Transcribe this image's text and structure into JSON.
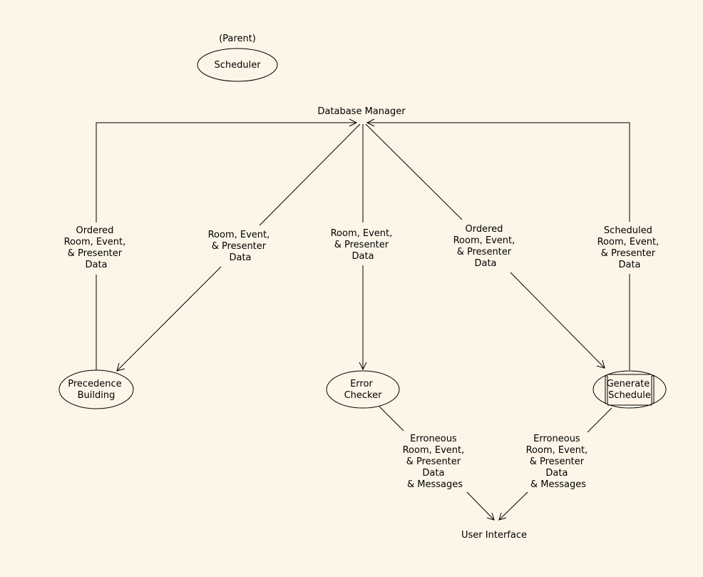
{
  "diagram": {
    "parent_label": "(Parent)",
    "parent_process": "Scheduler",
    "datastore": "Database Manager",
    "terminator": "User Interface",
    "processes": [
      {
        "id": "precedence",
        "lines": [
          "Precedence",
          "Building"
        ]
      },
      {
        "id": "error",
        "lines": [
          "Error",
          "Checker"
        ]
      },
      {
        "id": "generate",
        "lines": [
          "Generate",
          "Schedule"
        ]
      }
    ],
    "flows": [
      {
        "id": "f1",
        "lines": [
          "Ordered",
          "Room, Event,",
          "& Presenter",
          "Data"
        ]
      },
      {
        "id": "f2",
        "lines": [
          "Room, Event,",
          "& Presenter",
          "Data"
        ]
      },
      {
        "id": "f3",
        "lines": [
          "Room, Event,",
          "& Presenter",
          "Data"
        ]
      },
      {
        "id": "f4",
        "lines": [
          "Ordered",
          "Room, Event,",
          "& Presenter",
          "Data"
        ]
      },
      {
        "id": "f5",
        "lines": [
          "Scheduled",
          "Room, Event,",
          "& Presenter",
          "Data"
        ]
      },
      {
        "id": "f6",
        "lines": [
          "Erroneous",
          "Room, Event,",
          "& Presenter",
          "Data",
          "& Messages"
        ]
      },
      {
        "id": "f7",
        "lines": [
          "Erroneous",
          "Room, Event,",
          "& Presenter",
          "Data",
          "& Messages"
        ]
      }
    ]
  }
}
